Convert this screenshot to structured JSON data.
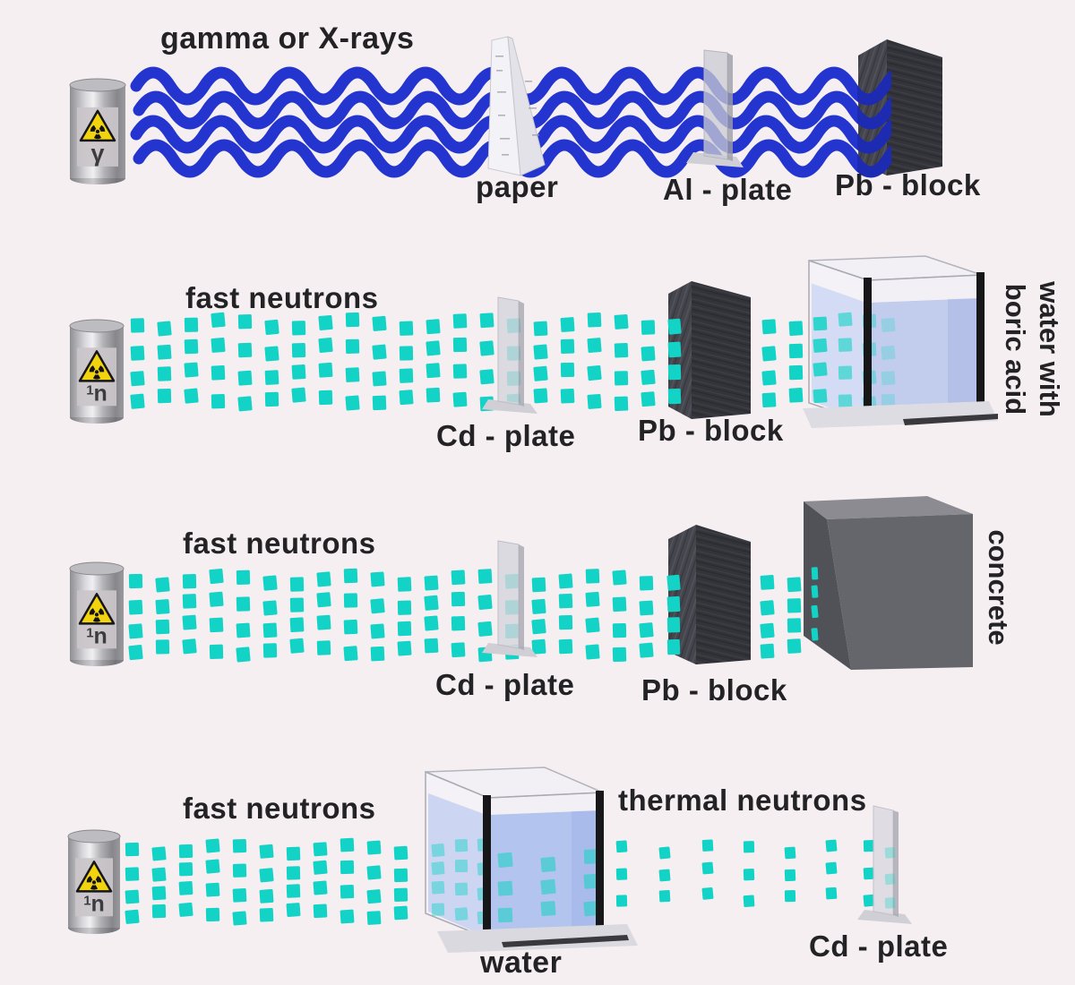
{
  "colors": {
    "background": "#f6eff2",
    "wave_blue": "#2434cf",
    "wave_blue_dark": "#1d2bb2",
    "neutron_teal": "#12d3c5",
    "text": "#232326",
    "hazard_yellow": "#f2d40e"
  },
  "row1": {
    "beam_label": "gamma or X-rays",
    "source_symbol": "γ",
    "barrier1": "paper",
    "barrier2": "Al - plate",
    "barrier3": "Pb - block"
  },
  "row2": {
    "beam_label": "fast neutrons",
    "source_mass": "1",
    "source_symbol": "n",
    "barrier1": "Cd - plate",
    "barrier2": "Pb - block",
    "absorber_line1": "water with",
    "absorber_line2": "boric acid"
  },
  "row3": {
    "beam_label": "fast neutrons",
    "source_mass": "1",
    "source_symbol": "n",
    "barrier1": "Cd - plate",
    "barrier2": "Pb - block",
    "absorber": "concrete"
  },
  "row4": {
    "beam_label": "fast neutrons",
    "beam_label2": "thermal neutrons",
    "source_mass": "1",
    "source_symbol": "n",
    "moderator": "water",
    "barrier": "Cd - plate"
  }
}
